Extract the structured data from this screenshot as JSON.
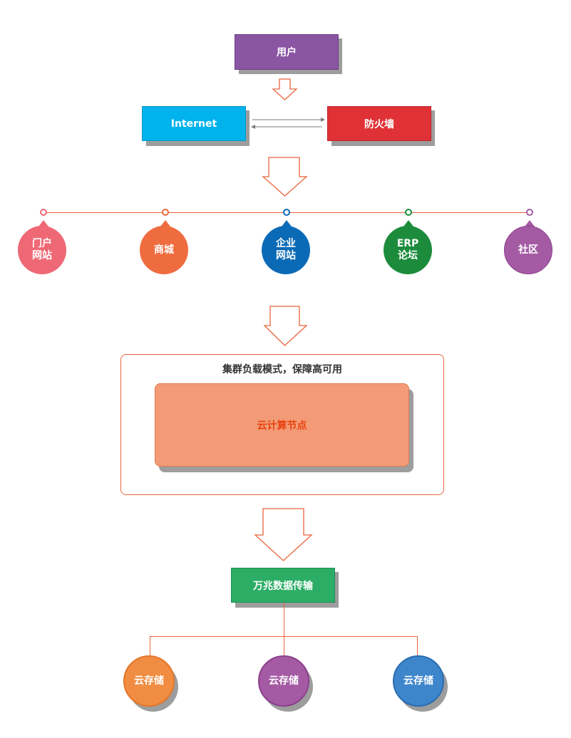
{
  "top": {
    "user": {
      "label": "用户",
      "color": "#8a55a3"
    },
    "internet": {
      "label": "Internet",
      "color": "#00b3ec"
    },
    "firewall": {
      "label": "防火墙",
      "color": "#e03236"
    }
  },
  "sites": [
    {
      "label": "门户\n网站",
      "color": "#ef6875"
    },
    {
      "label": "商城",
      "color": "#ef6c3f"
    },
    {
      "label": "企业\n网站",
      "color": "#0b6ab6"
    },
    {
      "label": "ERP\n论坛",
      "color": "#1c8c3c"
    },
    {
      "label": "社区",
      "color": "#a45ba4"
    }
  ],
  "cluster": {
    "title": "集群负载模式，保障高可用",
    "node_label": "云计算节点",
    "node_color": "#f29b76",
    "node_text_color": "#e8400f"
  },
  "transfer": {
    "label": "万兆数据传输",
    "color": "#2cad66"
  },
  "storage": [
    {
      "label": "云存储",
      "color": "#f18d42"
    },
    {
      "label": "云存储",
      "color": "#a45ba4"
    },
    {
      "label": "云存储",
      "color": "#3d86cc"
    }
  ],
  "accent_color": "#e8643c"
}
